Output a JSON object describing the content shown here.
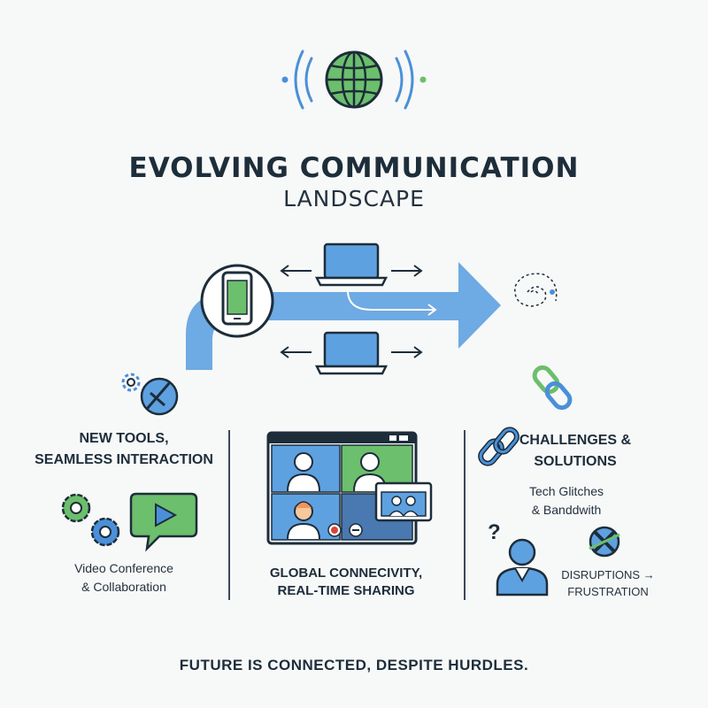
{
  "header": {
    "title": "EVOLVING COMMUNICATION",
    "subtitle": "LANDSCAPE"
  },
  "left_column": {
    "heading_line1": "NEW TOOLS,",
    "heading_line2": "SEAMLESS INTERACTION",
    "caption_line1": "Video Conference",
    "caption_line2": "& Collaboration"
  },
  "center_column": {
    "caption_line1": "GLOBAL CONNECIVITY,",
    "caption_line2": "REAL-TIME SHARING"
  },
  "right_column": {
    "heading_line1": "CHALLENGES &",
    "heading_line2": "SOLUTIONS",
    "sub_line1": "Tech Glitches",
    "sub_line2": "& Banddwith",
    "issue_line1": "DISRUPTIONS →",
    "issue_line2": "FRUSTRATION"
  },
  "footer": {
    "tagline": "FUTURE IS CONNECTED, DESPITE HURDLES."
  },
  "colors": {
    "dark_navy": "#1d2d3a",
    "blue": "#4a90d9",
    "light_blue": "#5ea1e0",
    "green": "#6cbf6c",
    "orange": "#f0955a",
    "red": "#d9453a"
  }
}
